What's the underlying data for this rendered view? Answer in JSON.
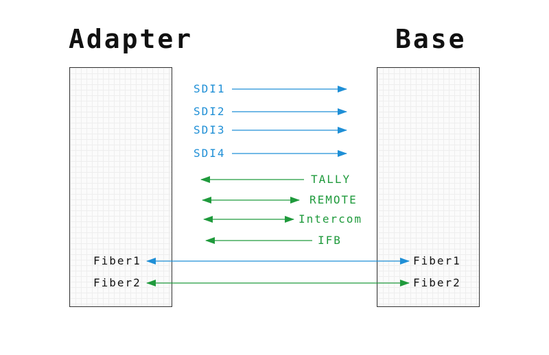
{
  "titles": {
    "adapter": "Adapter",
    "base": "Base"
  },
  "signals": {
    "sdi1": "SDI1",
    "sdi2": "SDI2",
    "sdi3": "SDI3",
    "sdi4": "SDI4",
    "tally": "TALLY",
    "remote": "REMOTE",
    "intercom": "Intercom",
    "ifb": "IFB"
  },
  "fibers": {
    "adapter_fiber1": "Fiber1",
    "adapter_fiber2": "Fiber2",
    "base_fiber1": "Fiber1",
    "base_fiber2": "Fiber2"
  },
  "colors": {
    "blue": "#1f8fd6",
    "green": "#1f9a3c",
    "black": "#111111"
  }
}
